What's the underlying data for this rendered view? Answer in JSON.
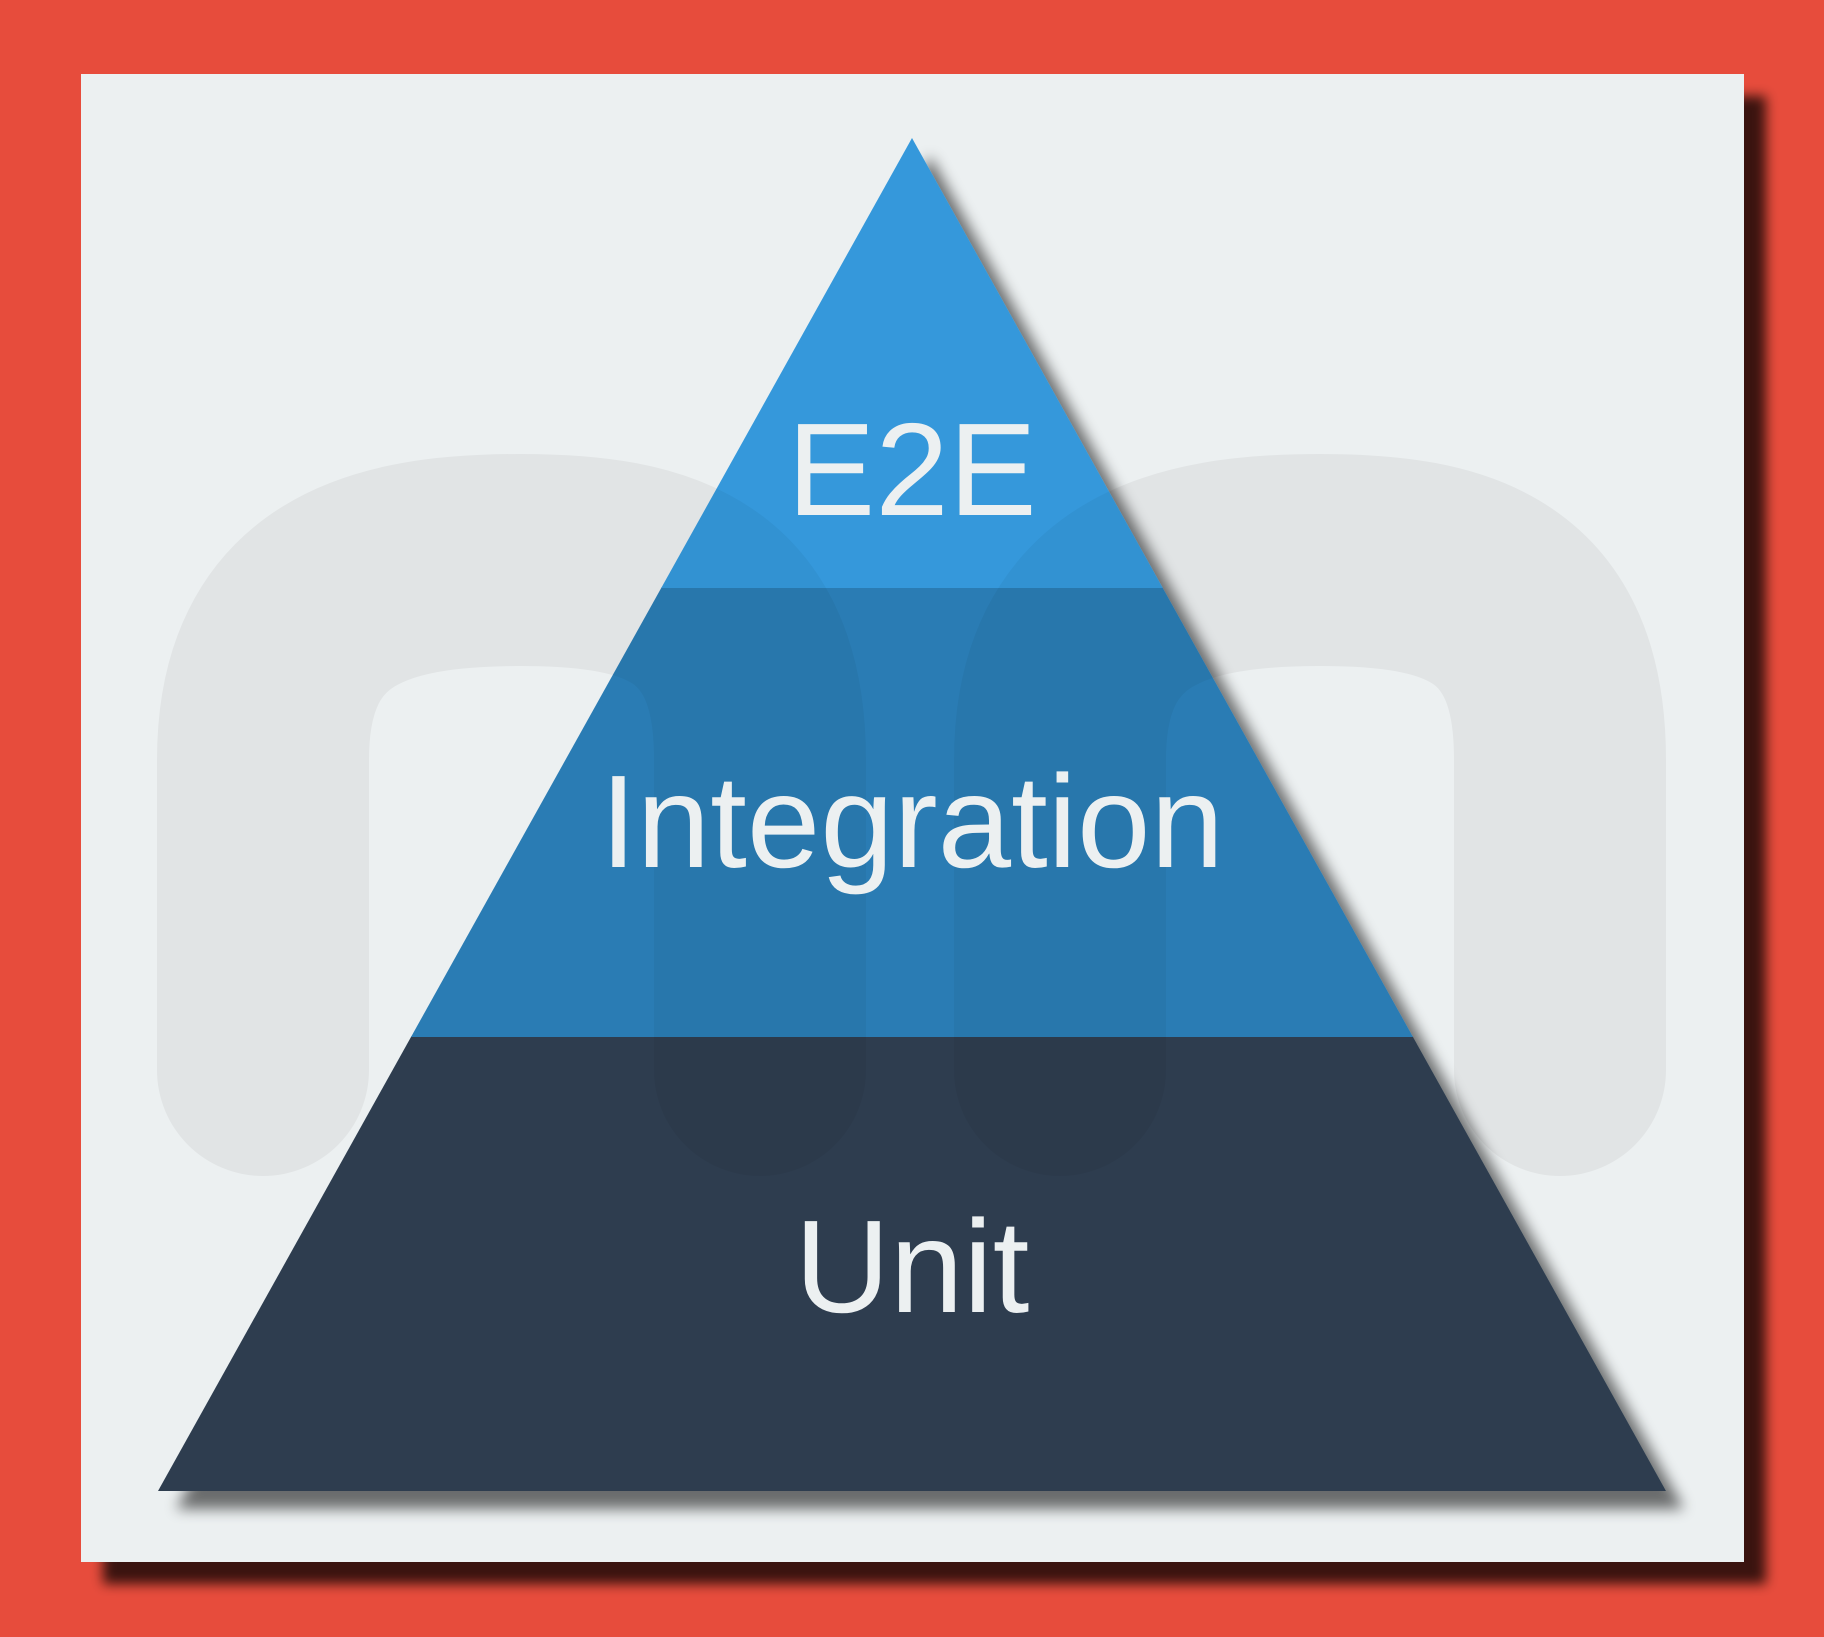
{
  "diagram": {
    "type": "testing-pyramid",
    "colors": {
      "frame_border": "#e74c3c",
      "canvas_background": "#ecf0f1",
      "watermark": "#e1e4e5",
      "tier_top": "#3498db",
      "tier_middle": "#2b7bb4",
      "tier_bottom": "#2d3e50",
      "label_text": "#ecf0f1"
    },
    "watermark_icon": "logo-watermark-icon",
    "tiers": [
      {
        "label": "E2E",
        "level": "top"
      },
      {
        "label": "Integration",
        "level": "middle"
      },
      {
        "label": "Unit",
        "level": "bottom"
      }
    ]
  }
}
